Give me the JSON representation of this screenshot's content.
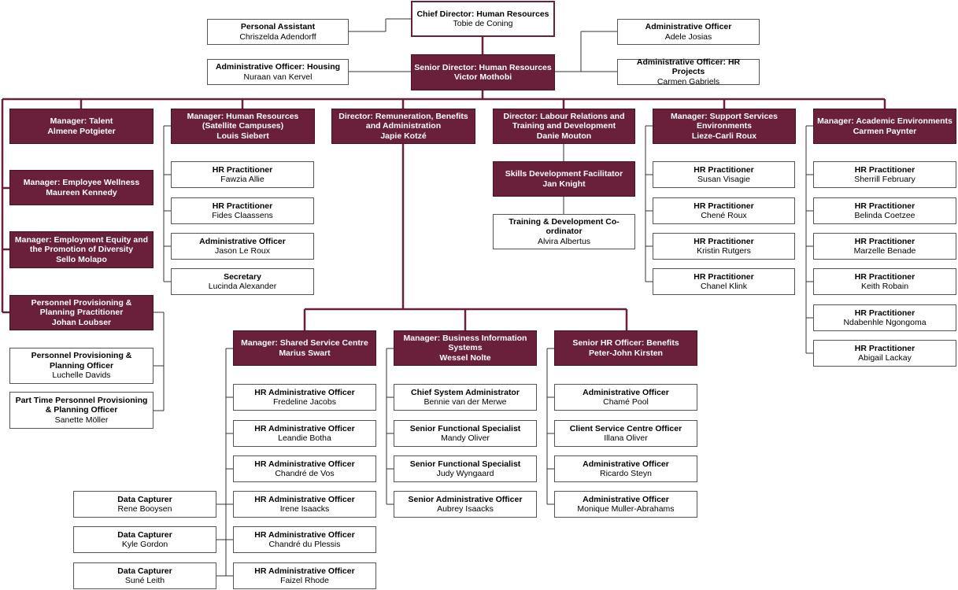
{
  "colors": {
    "manager_fill": "#6a1f3b",
    "line": "#6a1f3b",
    "staff_border": "#555555"
  },
  "nodes": [
    {
      "id": "cd",
      "title": "Chief Director: Human Resources",
      "name": "Tobie de Coning",
      "style": "top"
    },
    {
      "id": "pa",
      "title": "Personal Assistant",
      "name": "Chriszelda Adendorff",
      "style": "std"
    },
    {
      "id": "aoh",
      "title": "Administrative Officer: Housing",
      "name": "Nuraan van Kervel",
      "style": "std"
    },
    {
      "id": "ao1",
      "title": "Administrative Officer",
      "name": "Adele Josias",
      "style": "std"
    },
    {
      "id": "aohr",
      "title": "Administrative Officer: HR Projects",
      "name": "Carmen Gabriels",
      "style": "std"
    },
    {
      "id": "sd",
      "title": "Senior Director: Human Resources",
      "name": "Victor Mothobi",
      "style": "mgr"
    },
    {
      "id": "mt",
      "title": "Manager: Talent",
      "name": "Almene Potgieter",
      "style": "mgr"
    },
    {
      "id": "mew",
      "title": "Manager: Employee Wellness",
      "name": "Maureen Kennedy",
      "style": "mgr"
    },
    {
      "id": "mee",
      "title": "Manager: Employment Equity and the Promotion of Diversity",
      "name": "Sello Molapo",
      "style": "mgr"
    },
    {
      "id": "ppp",
      "title": "Personnel Provisioning & Planning Practitioner",
      "name": "Johan Loubser",
      "style": "mgr"
    },
    {
      "id": "ppo",
      "title": "Personnel Provisioning & Planning Officer",
      "name": "Luchelle Davids",
      "style": "std"
    },
    {
      "id": "ptp",
      "title": "Part Time Personnel Provisioning & Planning Officer",
      "name": "Sanette Möller",
      "style": "std"
    },
    {
      "id": "mhs",
      "title": "Manager: Human Resources (Satellite Campuses)",
      "name": "Louis Siebert",
      "style": "mgr"
    },
    {
      "id": "s1",
      "title": "HR Practitioner",
      "name": "Fawzia Allie",
      "style": "std"
    },
    {
      "id": "s2",
      "title": "HR Practitioner",
      "name": "Fides Claassens",
      "style": "std"
    },
    {
      "id": "s3",
      "title": "Administrative Officer",
      "name": "Jason Le Roux",
      "style": "std"
    },
    {
      "id": "s4",
      "title": "Secretary",
      "name": "Lucinda Alexander",
      "style": "std"
    },
    {
      "id": "drb",
      "title": "Director: Remuneration, Benefits and Administration",
      "name": "Japie Kotzé",
      "style": "mgr"
    },
    {
      "id": "dlr",
      "title": "Director: Labour Relations and Training and Development",
      "name": "Danie Mouton",
      "style": "mgr"
    },
    {
      "id": "sdf",
      "title": "Skills Development Facilitator",
      "name": "Jan Knight",
      "style": "mgr"
    },
    {
      "id": "tdc",
      "title": "Training & Development Co-ordinator",
      "name": "Alvira Albertus",
      "style": "std"
    },
    {
      "id": "mss",
      "title": "Manager: Support Services Environments",
      "name": "Lieze-Carli Roux",
      "style": "mgr"
    },
    {
      "id": "ss1",
      "title": "HR Practitioner",
      "name": "Susan Visagie",
      "style": "std"
    },
    {
      "id": "ss2",
      "title": "HR Practitioner",
      "name": "Chené Roux",
      "style": "std"
    },
    {
      "id": "ss3",
      "title": "HR Practitioner",
      "name": "Kristin Rutgers",
      "style": "std"
    },
    {
      "id": "ss4",
      "title": "HR Practitioner",
      "name": "Chanel Klink",
      "style": "std"
    },
    {
      "id": "mae",
      "title": "Manager: Academic Environments",
      "name": "Carmen Paynter",
      "style": "mgr"
    },
    {
      "id": "ae1",
      "title": "HR Practitioner",
      "name": "Sherrill February",
      "style": "std"
    },
    {
      "id": "ae2",
      "title": "HR Practitioner",
      "name": "Belinda Coetzee",
      "style": "std"
    },
    {
      "id": "ae3",
      "title": "HR Practitioner",
      "name": "Marzelle Benade",
      "style": "std"
    },
    {
      "id": "ae4",
      "title": "HR Practitioner",
      "name": "Keith Robain",
      "style": "std"
    },
    {
      "id": "ae5",
      "title": "HR Practitioner",
      "name": "Ndabenhle Ngongoma",
      "style": "std"
    },
    {
      "id": "ae6",
      "title": "HR Practitioner",
      "name": "Abigail Lackay",
      "style": "std"
    },
    {
      "id": "msc",
      "title": "Manager: Shared Service Centre",
      "name": "Marius Swart",
      "style": "mgr"
    },
    {
      "id": "sc1",
      "title": "HR Administrative Officer",
      "name": "Fredeline Jacobs",
      "style": "std"
    },
    {
      "id": "sc2",
      "title": "HR Administrative Officer",
      "name": "Leandie Botha",
      "style": "std"
    },
    {
      "id": "sc3",
      "title": "HR Administrative Officer",
      "name": "Chandré de Vos",
      "style": "std"
    },
    {
      "id": "sc4",
      "title": "HR Administrative Officer",
      "name": "Irene Isaacks",
      "style": "std"
    },
    {
      "id": "sc5",
      "title": "HR Administrative Officer",
      "name": "Chandré du Plessis",
      "style": "std"
    },
    {
      "id": "sc6",
      "title": "HR Administrative Officer",
      "name": "Faizel Rhode",
      "style": "std"
    },
    {
      "id": "dc1",
      "title": "Data Capturer",
      "name": "Rene Booysen",
      "style": "std"
    },
    {
      "id": "dc2",
      "title": "Data Capturer",
      "name": "Kyle Gordon",
      "style": "std"
    },
    {
      "id": "dc3",
      "title": "Data Capturer",
      "name": "Suné Leith",
      "style": "std"
    },
    {
      "id": "mbi",
      "title": "Manager: Business Information Systems",
      "name": "Wessel Nolte",
      "style": "mgr"
    },
    {
      "id": "bi1",
      "title": "Chief System Administrator",
      "name": "Bennie van der Merwe",
      "style": "std"
    },
    {
      "id": "bi2",
      "title": "Senior Functional Specialist",
      "name": "Mandy Oliver",
      "style": "std"
    },
    {
      "id": "bi3",
      "title": "Senior Functional Specialist",
      "name": "Judy Wyngaard",
      "style": "std"
    },
    {
      "id": "bi4",
      "title": "Senior Administrative Officer",
      "name": "Aubrey Isaacks",
      "style": "std"
    },
    {
      "id": "shb",
      "title": "Senior HR Officer: Benefits",
      "name": "Peter-John Kirsten",
      "style": "mgr"
    },
    {
      "id": "b1",
      "title": "Administrative Officer",
      "name": "Chamé Pool",
      "style": "std"
    },
    {
      "id": "b2",
      "title": "Client Service Centre Officer",
      "name": "Illana Oliver",
      "style": "std"
    },
    {
      "id": "b3",
      "title": "Administrative Officer",
      "name": "Ricardo Steyn",
      "style": "std"
    },
    {
      "id": "b4",
      "title": "Administrative Officer",
      "name": "Monique Muller-Abrahams",
      "style": "std"
    }
  ]
}
